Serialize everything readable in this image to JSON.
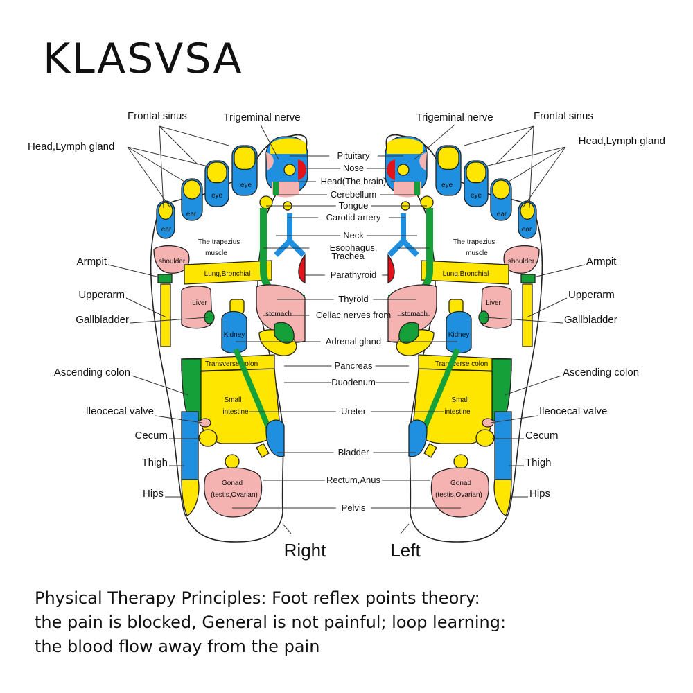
{
  "brand": "KLASVSA",
  "colors": {
    "yellow": "#ffe600",
    "blue": "#1f8fe0",
    "green": "#15a03a",
    "pink": "#f4b3b1",
    "red": "#e3131b",
    "outline": "#222222"
  },
  "feet": {
    "right_label": "Right",
    "left_label": "Left"
  },
  "zones": {
    "eye": "eye",
    "ear": "ear",
    "shoulder": "shoulder",
    "trapezius": "The trapezius muscle",
    "lung": "Lung,Bronchial",
    "liver": "Liver",
    "stomach": "stomach",
    "kidney": "Kidney",
    "transverse": "Transverse colon",
    "small": "Small intestine",
    "gonad": "Gonad (testis,Ovarian)"
  },
  "side_labels": [
    "Frontal sinus",
    "Head,Lymph gland",
    "Armpit",
    "Upperarm",
    "Gallbladder",
    "Ascending colon",
    "Ileocecal valve",
    "Cecum",
    "Thigh",
    "Hips"
  ],
  "top_label": "Trigeminal nerve",
  "center_labels": [
    "Pituitary",
    "Nose",
    "Head(The brain)",
    "Cerebellum",
    "Tongue",
    "Carotid artery",
    "Neck",
    "Esophagus, Trachea",
    "Parathyroid",
    "Thyroid",
    "Celiac nerves from",
    "Adrenal gland",
    "Pancreas",
    "Duodenum",
    "Ureter",
    "Bladder",
    "Rectum,Anus",
    "Pelvis"
  ],
  "caption": [
    "Physical Therapy Principles: Foot reflex points theory:",
    "the pain is blocked, General is not painful; loop learning:",
    "the blood flow away from the pain"
  ]
}
